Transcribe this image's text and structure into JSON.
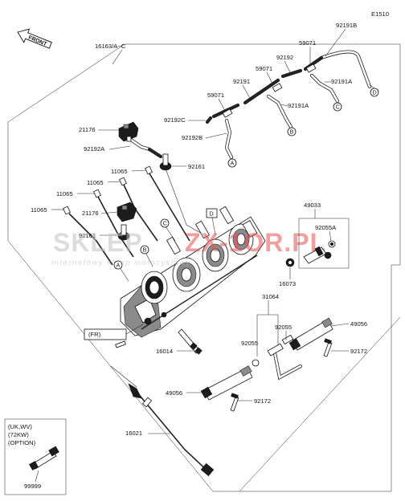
{
  "diagram_code": "E1510",
  "front_label": "FRONT",
  "fr_label": "(FR)",
  "option_box": {
    "line1": "(UK,WV)",
    "line2": "(72KW)",
    "line3": "(OPTION)"
  },
  "watermark": {
    "left": "SKLEP",
    "right": "ZX-1OR.PL",
    "sub": "internetowy sklep motocyklowy"
  },
  "part_labels": {
    "p16163": "16163/A~C",
    "p92191B": "92191B",
    "p59071_a": "59071",
    "p92192_top": "92192",
    "p92191A_r": "92191A",
    "p59071_b": "59071",
    "p92191": "92191",
    "p92191A": "92191A",
    "p59071_c": "59071",
    "p92192C": "92192C",
    "p92192B": "92192B",
    "p21176_a": "21176",
    "p92192A": "92192A",
    "p92161_a": "92161",
    "p11065_a": "11065",
    "p11065_b": "11065",
    "p11065_c": "11065",
    "p11065_d": "11065",
    "p21176_b": "21176",
    "p92161_b": "92161",
    "p49033": "49033",
    "p92055A": "92055A",
    "p16073": "16073",
    "p31064": "31064",
    "p92055_a": "92055",
    "p92055_b": "92055",
    "p49056_a": "49056",
    "p92172_a": "92172",
    "p16014": "16014",
    "p49056_b": "49056",
    "p92172_b": "92172",
    "p16021": "16021",
    "p99999": "99999"
  },
  "refs": {
    "A": "A",
    "B": "B",
    "C": "C",
    "D": "D"
  }
}
